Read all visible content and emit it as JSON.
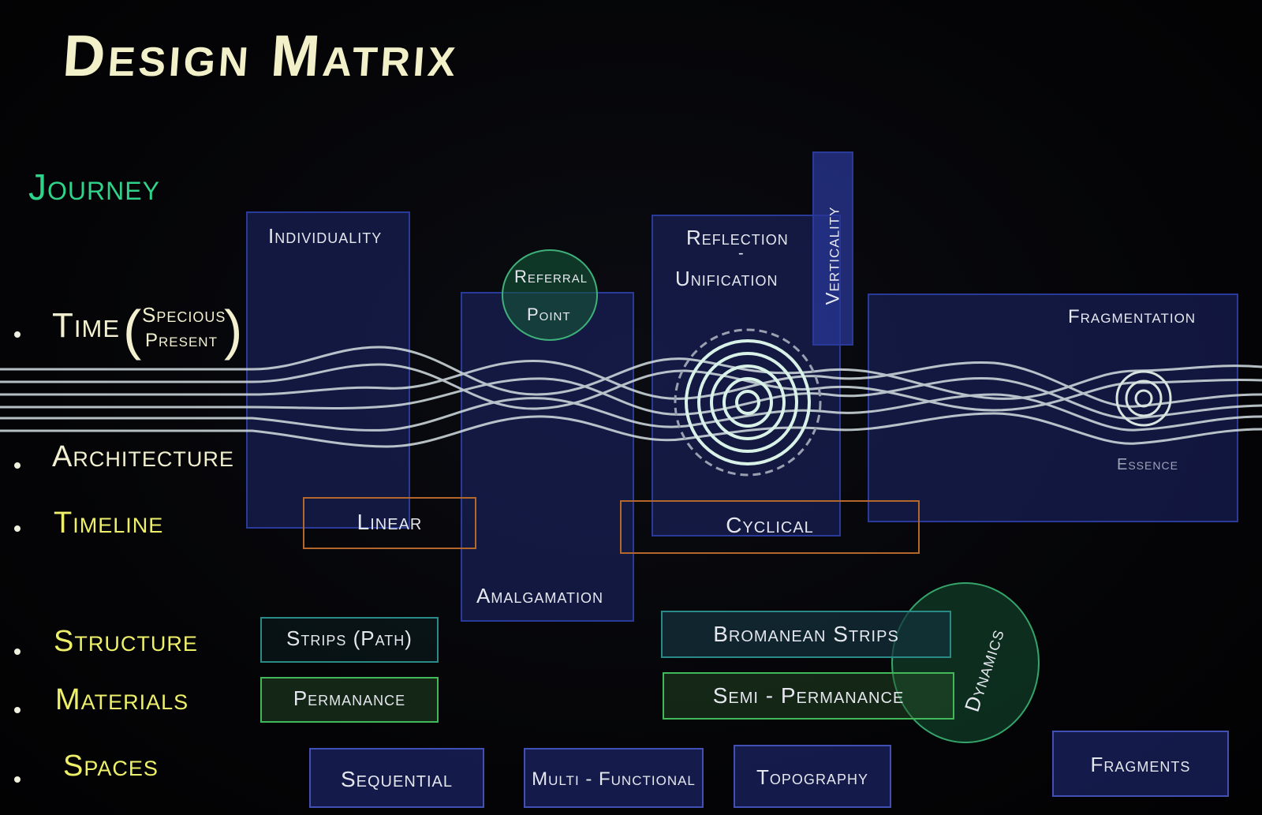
{
  "title": "Design Matrix",
  "journey": "Journey",
  "rows": {
    "time": "Time",
    "specious": "Specious",
    "present": "Present",
    "architecture": "Architecture",
    "timeline": "Timeline",
    "structure": "Structure",
    "materials": "Materials",
    "spaces": "Spaces"
  },
  "blocks": {
    "individuality": "Individuality",
    "referral_1": "Referral",
    "referral_2": "Point",
    "reflection": "Reflection",
    "dash": "-",
    "unification": "Unification",
    "verticality": "Verticality",
    "fragmentation": "Fragmentation",
    "essence": "Essence",
    "amalgamation": "Amalgamation",
    "dynamics": "Dynamics"
  },
  "timeline": {
    "linear": "Linear",
    "cyclical": "Cyclical"
  },
  "structure": {
    "strips_path": "Strips (Path)",
    "bromanean": "Bromanean Strips"
  },
  "materials": {
    "permanance": "Permanance",
    "semi_permanance": "Semi - Permanance"
  },
  "spaces": {
    "sequential": "Sequential",
    "multi_functional": "Multi - Functional",
    "topography": "Topography",
    "fragments": "Fragments"
  },
  "colors": {
    "title": "#f2f0c8",
    "journey": "#2fd38a",
    "rows": "#eef06a",
    "block_blue": "#2a3a9a",
    "timeline_orange": "#b4672a",
    "circle_green": "#1f7a4a"
  }
}
